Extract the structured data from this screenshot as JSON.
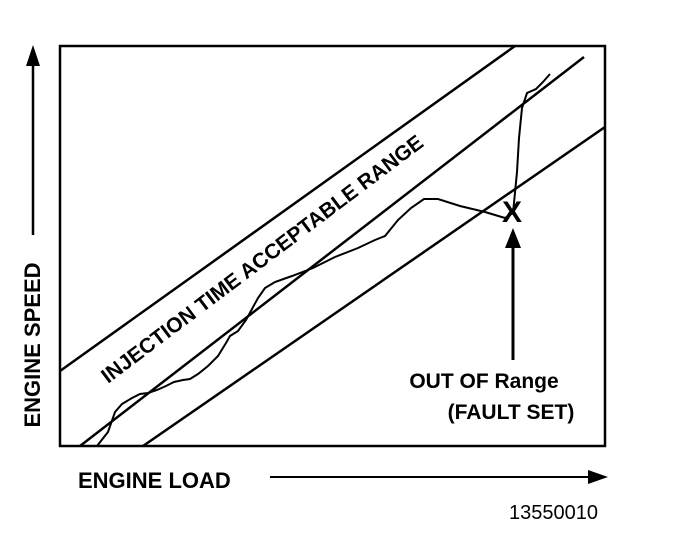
{
  "diagram": {
    "axes": {
      "y_label": "ENGINE SPEED",
      "x_label": "ENGINE LOAD"
    },
    "band_label": "INJECTION TIME ACCEPTABLE RANGE",
    "fault_callout": {
      "line1": "OUT OF Range",
      "line2": "(FAULT SET)"
    },
    "fault_marker": "X",
    "figure_code": "13550010",
    "colors": {
      "ink": "#000000",
      "background": "#ffffff"
    }
  }
}
